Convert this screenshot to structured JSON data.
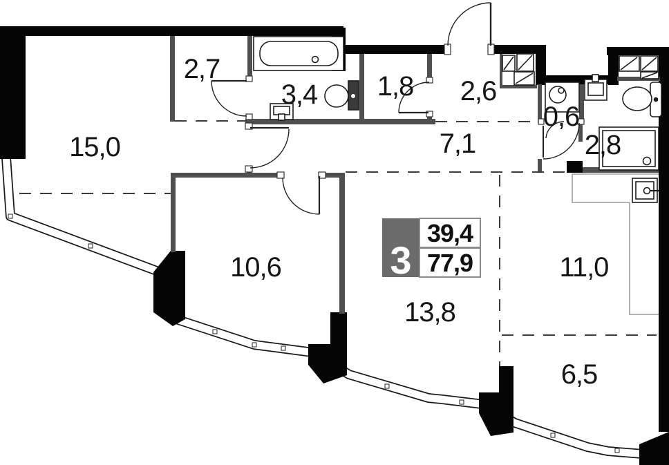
{
  "badge": {
    "rooms_count": "3",
    "upper_value": "39,4",
    "lower_value": "77,9"
  },
  "rooms": [
    {
      "id": "room-2-7",
      "label": "2,7"
    },
    {
      "id": "room-3-4",
      "label": "3,4"
    },
    {
      "id": "room-1-8",
      "label": "1,8"
    },
    {
      "id": "room-2-6",
      "label": "2,6"
    },
    {
      "id": "room-0-6",
      "label": "0,6"
    },
    {
      "id": "room-2-8",
      "label": "2,8"
    },
    {
      "id": "room-15-0",
      "label": "15,0"
    },
    {
      "id": "room-7-1",
      "label": "7,1"
    },
    {
      "id": "room-10-6",
      "label": "10,6"
    },
    {
      "id": "room-13-8",
      "label": "13,8"
    },
    {
      "id": "room-11-0",
      "label": "11,0"
    },
    {
      "id": "room-6-5",
      "label": "6,5"
    }
  ]
}
